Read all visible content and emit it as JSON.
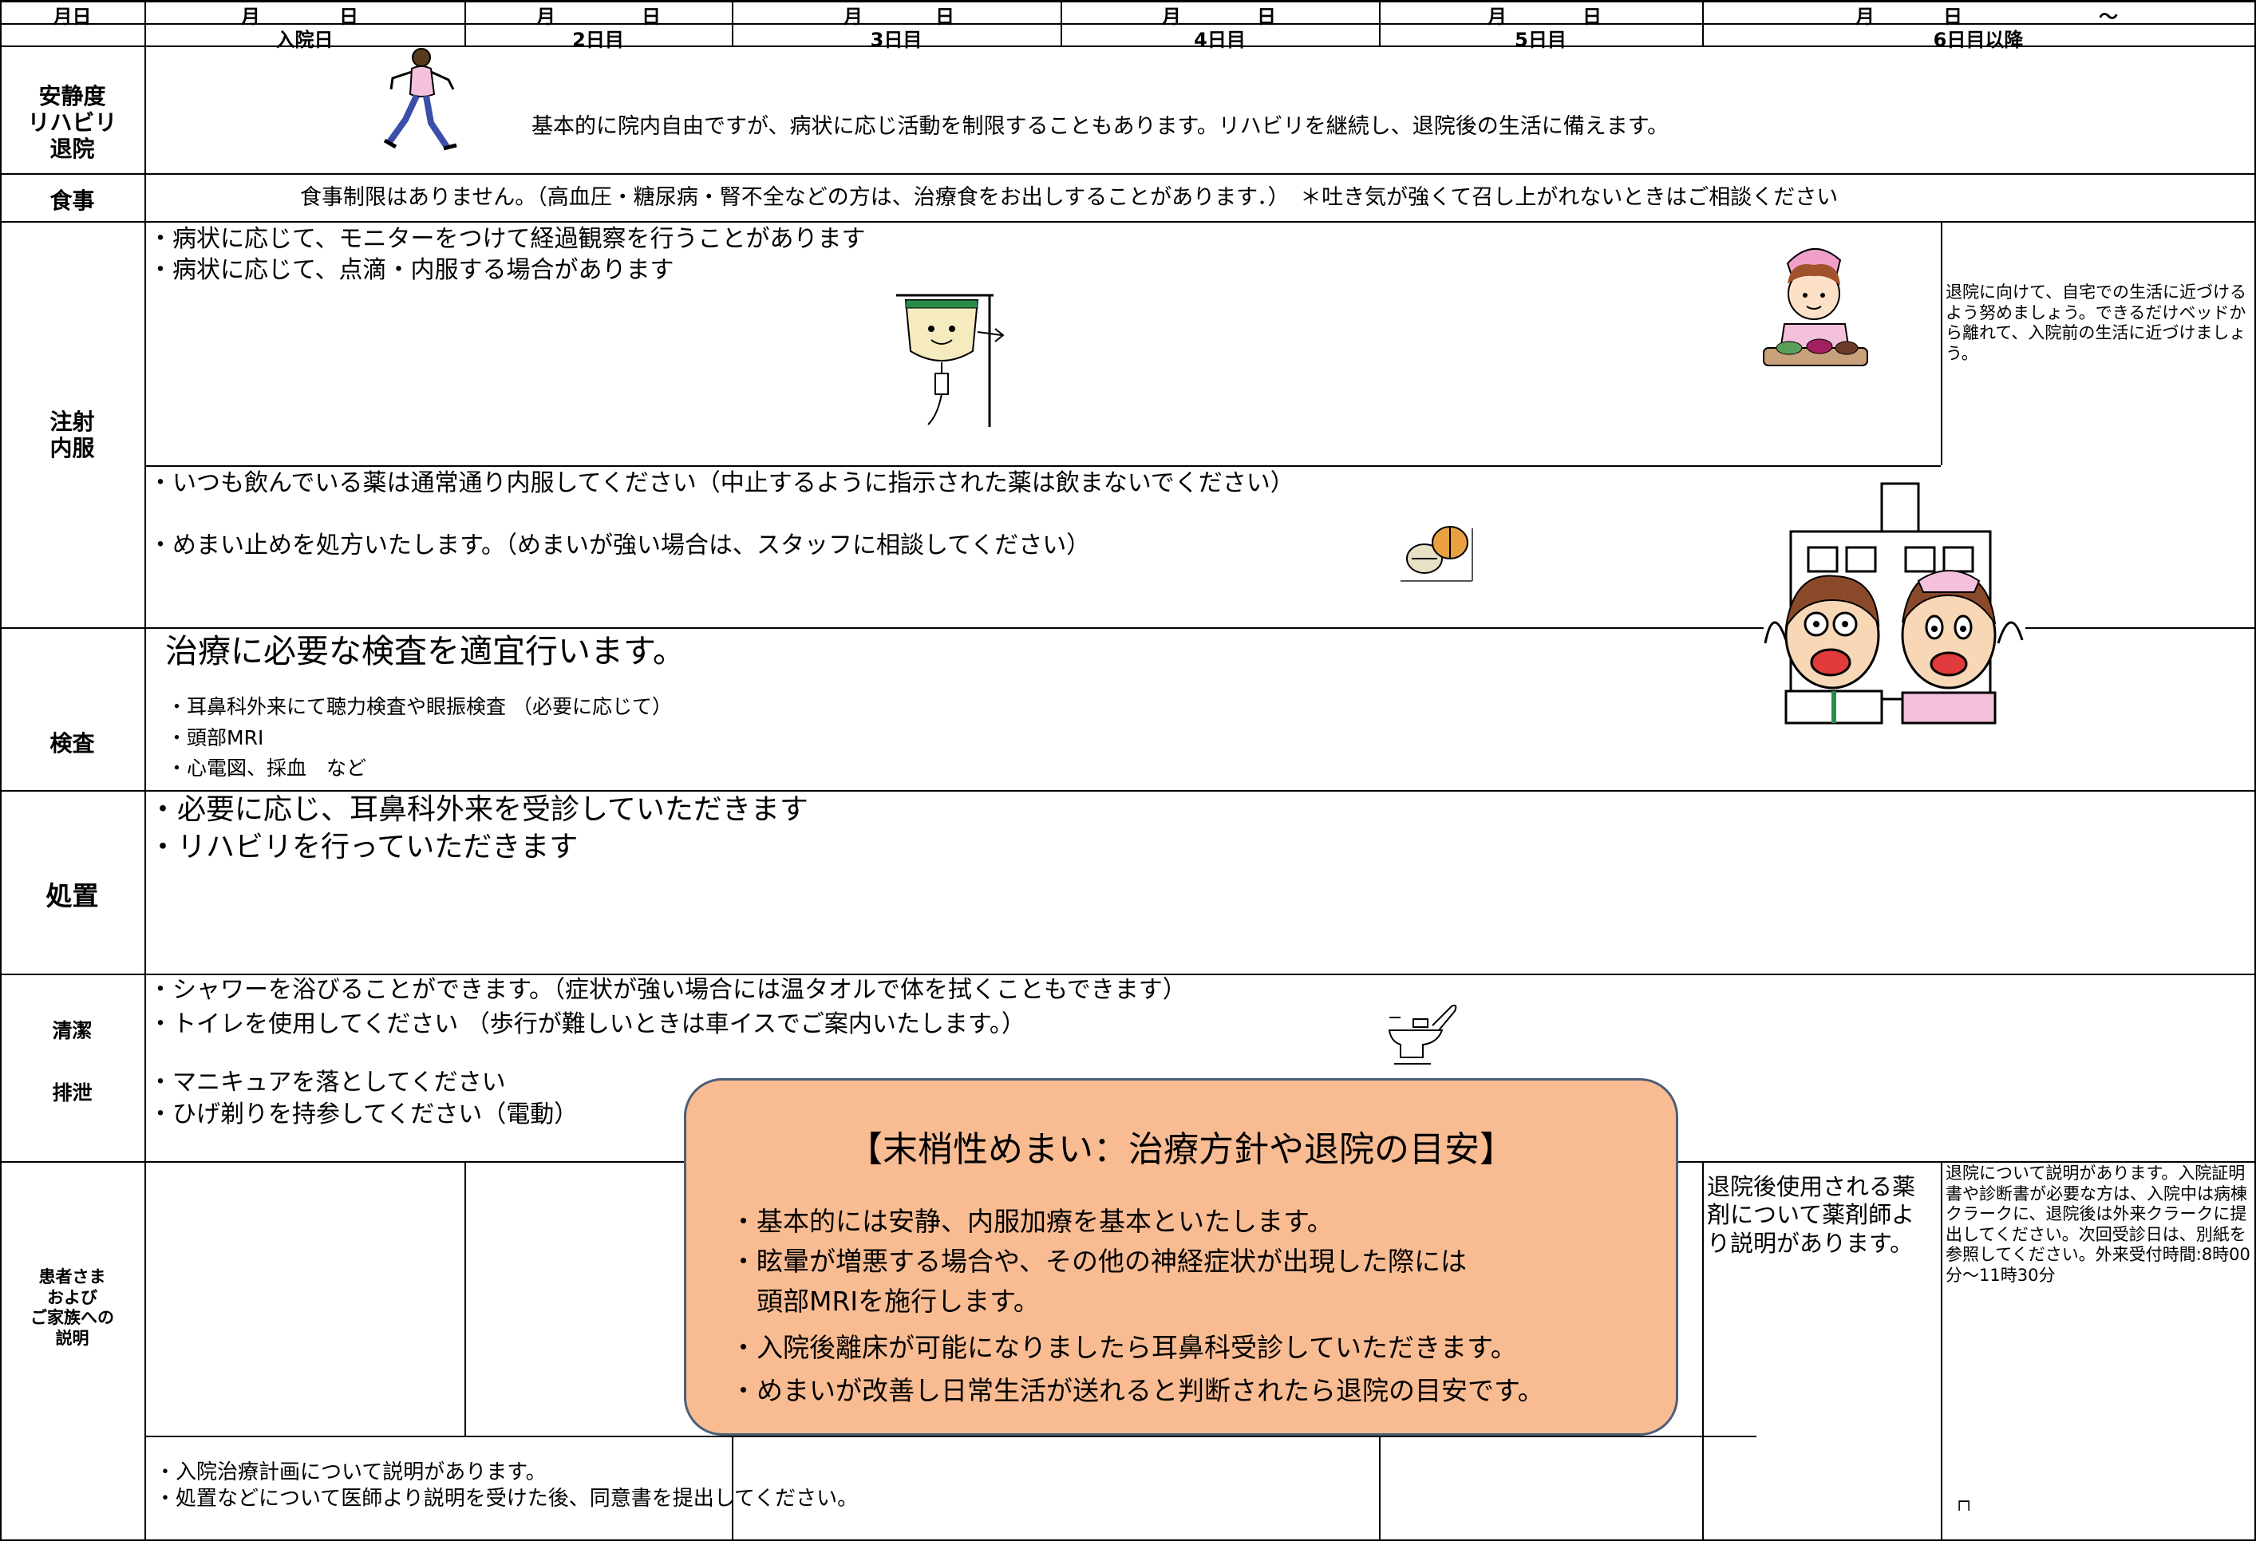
{
  "header": {
    "row_label": "月日",
    "month": "月",
    "day": "日",
    "tilde": "～",
    "days": [
      "入院日",
      "2日目",
      "3日目",
      "4日目",
      "5日目",
      "6日目以降"
    ]
  },
  "rows": {
    "activity": {
      "label_lines": [
        "安静度",
        "リハビリ",
        "退院"
      ],
      "text": "基本的に院内自由ですが、病状に応じ活動を制限することもあります。リハビリを継続し、退院後の生活に備えます。"
    },
    "meal": {
      "label": "食事",
      "text": "食事制限はありません。（高血圧・糖尿病・腎不全などの方は、治療食をお出しすることがあります．）　＊吐き気が強くて召し上がれないときはご相談ください"
    },
    "injection": {
      "label_lines": [
        "注射",
        "内服"
      ],
      "lines_top": [
        "・病状に応じて、モニターをつけて経過観察を行うことがあります",
        "・病状に応じて、点滴・内服する場合があります"
      ],
      "side_note": "退院に向けて、自宅での生活に近づけるよう努めましょう。できるだけベッドから離れて、入院前の生活に近づけましょう。",
      "lines_bottom": [
        "・いつも飲んでいる薬は通常通り内服してください（中止するように指示された薬は飲まないでください）",
        "・めまい止めを処方いたします。（めまいが強い場合は、スタッフに相談してください）"
      ]
    },
    "exam": {
      "label": "検査",
      "heading": "治療に必要な検査を適宜行います。",
      "items": [
        "・耳鼻科外来にて聴力検査や眼振検査 （必要に応じて）",
        "・頭部MRI",
        "・心電図、採血　など"
      ]
    },
    "treatment": {
      "label": "処置",
      "items": [
        "・必要に応じ、耳鼻科外来を受診していただきます",
        "・リハビリを行っていただきます"
      ]
    },
    "hygiene": {
      "label_top": "清潔",
      "label_bottom": "排泄",
      "items": [
        "・シャワーを浴びることができます。（症状が強い場合には温タオルで体を拭くこともできます）",
        "・トイレを使用してください （歩行が難しいときは車イスでご案内いたします。）",
        "・マニキュアを落としてください",
        "・ひげ剃りを持参してください（電動）"
      ]
    },
    "explanation": {
      "label_lines": [
        "患者さま",
        "および",
        "ご家族への",
        "説明"
      ],
      "pharmacist": "退院後使用される薬剤について薬剤師より説明があります。",
      "discharge": "退院について説明があります。入院証明書や診断書が必要な方は、入院中は病棟クラークに、退院後は外来クラークに提出してください。次回受診日は、別紙を参照してください。外来受付時間:8時00分～11時30分",
      "bottom_items": [
        "・入院治療計画について説明があります。",
        "・処置などについて医師より説明を受けた後、同意書を提出してください。"
      ]
    }
  },
  "callout": {
    "title": "【末梢性めまい：治療方針や退院の目安】",
    "items": [
      "・基本的には安静、内服加療を基本といたします。",
      "・眩暈が増悪する場合や、その他の神経症状が出現した際には",
      "　頭部MRIを施行します。",
      "・入院後離床が可能になりましたら耳鼻科受診していただきます。",
      "・めまいが改善し日常生活が送れると判断されたら退院の目安です。"
    ]
  },
  "colors": {
    "callout_fill": "#F9BC92",
    "callout_border": "#4A5F78",
    "grid": "#000000"
  },
  "icons": [
    "walking-nurse-icon",
    "iv-drip-icon",
    "meal-tray-nurse-icon",
    "medicine-pills-icon",
    "doctor-nurse-hospital-icon",
    "toilet-icon"
  ]
}
